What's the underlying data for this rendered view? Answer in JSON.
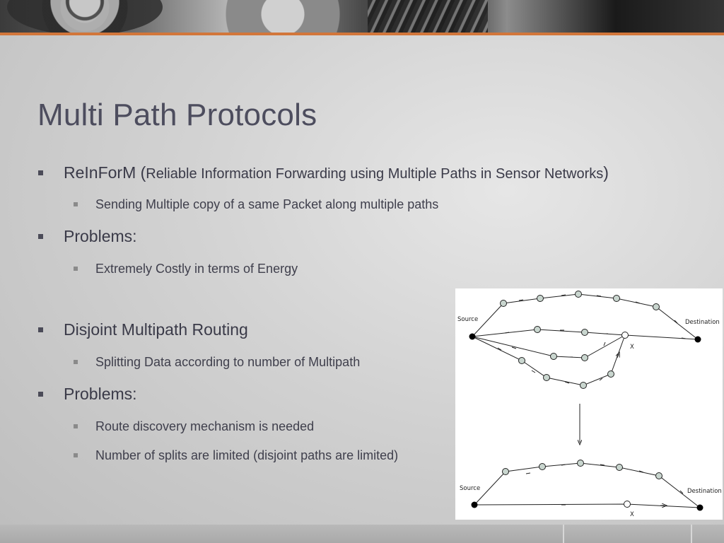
{
  "slide": {
    "title": "Multi Path Protocols",
    "bullets": [
      {
        "level": 1,
        "main": "ReInForM (",
        "detail": "Reliable Information Forwarding using Multiple Paths in Sensor Networks",
        "end": ")"
      },
      {
        "level": 2,
        "text": "Sending Multiple copy of a same Packet along multiple paths"
      },
      {
        "level": 1,
        "text": "Problems:"
      },
      {
        "level": 2,
        "text": "Extremely Costly in terms of Energy"
      },
      {
        "level": 1,
        "text": "Disjoint Multipath Routing"
      },
      {
        "level": 2,
        "text": "Splitting Data according to number of Multipath"
      },
      {
        "level": 1,
        "text": "Problems:"
      },
      {
        "level": 2,
        "text": "Route discovery mechanism is needed"
      },
      {
        "level": 2,
        "text": "Number of splits are limited (disjoint paths are limited)"
      }
    ]
  },
  "diagram": {
    "top": {
      "source_label": "Source",
      "destination_label": "Destination",
      "failure_label": "X"
    },
    "bottom": {
      "source_label": "Source",
      "destination_label": "Destination",
      "failure_label": "X"
    }
  },
  "colors": {
    "accent": "#d2763a",
    "text": "#3a3a48",
    "title": "#4d4d5e",
    "node_fill": "#c9d6cf"
  }
}
